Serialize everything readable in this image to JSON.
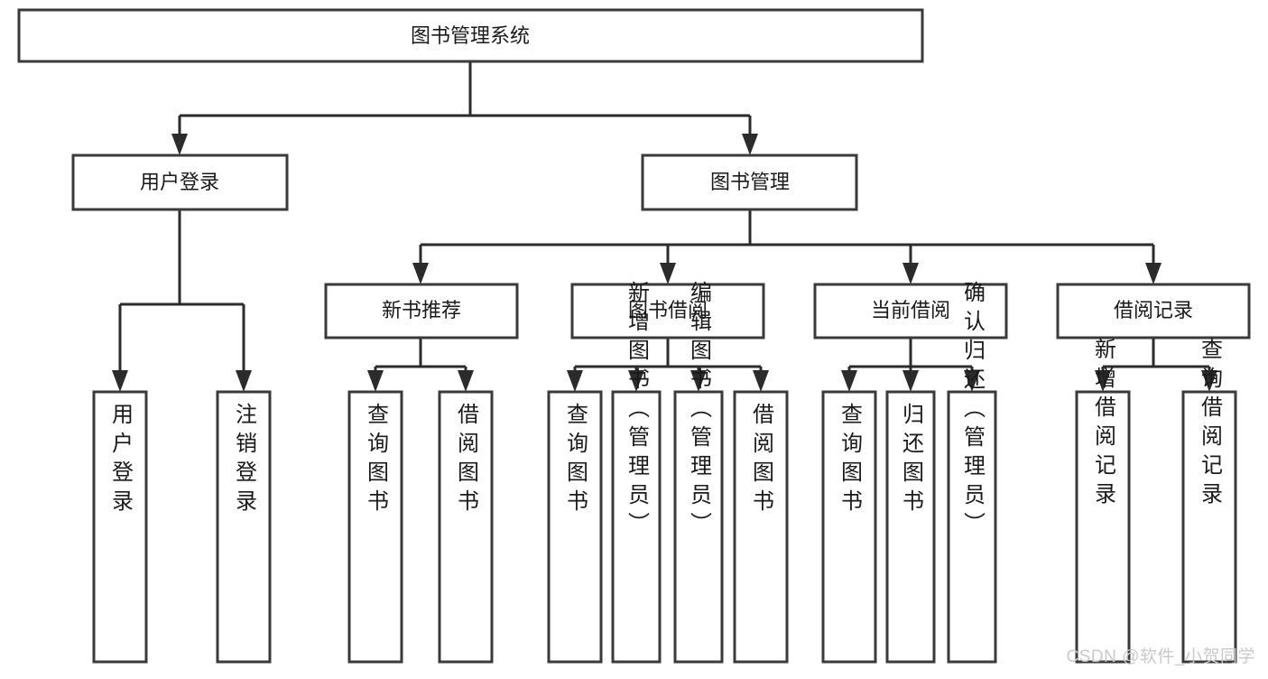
{
  "diagram": {
    "title_node": {
      "label": "图书管理系统"
    },
    "watermark": "CSDN @软件_小贺同学",
    "level2": [
      {
        "id": "user-login",
        "label": "用户登录"
      },
      {
        "id": "book-manage",
        "label": "图书管理"
      }
    ],
    "level3": [
      {
        "id": "new-book-recommend",
        "label": "新书推荐"
      },
      {
        "id": "book-borrow",
        "label": "图书借阅"
      },
      {
        "id": "current-borrow",
        "label": "当前借阅"
      },
      {
        "id": "borrow-record",
        "label": "借阅记录"
      }
    ],
    "leaves": [
      {
        "id": "leaf-user-login",
        "label": "用户登录"
      },
      {
        "id": "leaf-logout-login",
        "label": "注销登录"
      },
      {
        "id": "leaf-query-book-1",
        "label": "查询图书"
      },
      {
        "id": "leaf-borrow-book-1",
        "label": "借阅图书"
      },
      {
        "id": "leaf-query-book-2",
        "label": "查询图书"
      },
      {
        "id": "leaf-add-book-admin",
        "label": "新增图书（管理员）"
      },
      {
        "id": "leaf-edit-book-admin",
        "label": "编辑图书（管理员）"
      },
      {
        "id": "leaf-borrow-book-2",
        "label": "借阅图书"
      },
      {
        "id": "leaf-query-book-3",
        "label": "查询图书"
      },
      {
        "id": "leaf-return-book",
        "label": "归还图书"
      },
      {
        "id": "leaf-confirm-return-admin",
        "label": "确认归还（管理员）"
      },
      {
        "id": "leaf-add-borrow-record",
        "label": "新增借阅记录"
      },
      {
        "id": "leaf-query-borrow-record",
        "label": "查询借阅记录"
      }
    ],
    "colors": {
      "box_stroke": "#3a3a3a",
      "connector": "#2b2b2b",
      "background": "#ffffff",
      "text": "#1a1a1a",
      "watermark": "#c9c9c9"
    }
  },
  "chart_data": {
    "type": "diagram",
    "subtype": "tree-hierarchy-functional-decomposition",
    "title": "图书管理系统",
    "orientation": "top-down",
    "levels": 4,
    "nodes": [
      {
        "id": "root",
        "label": "图书管理系统",
        "level": 0,
        "parent": null
      },
      {
        "id": "user-login",
        "label": "用户登录",
        "level": 1,
        "parent": "root"
      },
      {
        "id": "book-manage",
        "label": "图书管理",
        "level": 1,
        "parent": "root"
      },
      {
        "id": "leaf-user-login",
        "label": "用户登录",
        "level": 2,
        "parent": "user-login"
      },
      {
        "id": "leaf-logout-login",
        "label": "注销登录",
        "level": 2,
        "parent": "user-login"
      },
      {
        "id": "new-book-recommend",
        "label": "新书推荐",
        "level": 2,
        "parent": "book-manage"
      },
      {
        "id": "book-borrow",
        "label": "图书借阅",
        "level": 2,
        "parent": "book-manage"
      },
      {
        "id": "current-borrow",
        "label": "当前借阅",
        "level": 2,
        "parent": "book-manage"
      },
      {
        "id": "borrow-record",
        "label": "借阅记录",
        "level": 2,
        "parent": "book-manage"
      },
      {
        "id": "leaf-query-book-1",
        "label": "查询图书",
        "level": 3,
        "parent": "new-book-recommend"
      },
      {
        "id": "leaf-borrow-book-1",
        "label": "借阅图书",
        "level": 3,
        "parent": "new-book-recommend"
      },
      {
        "id": "leaf-query-book-2",
        "label": "查询图书",
        "level": 3,
        "parent": "book-borrow"
      },
      {
        "id": "leaf-add-book-admin",
        "label": "新增图书（管理员）",
        "level": 3,
        "parent": "book-borrow"
      },
      {
        "id": "leaf-edit-book-admin",
        "label": "编辑图书（管理员）",
        "level": 3,
        "parent": "book-borrow"
      },
      {
        "id": "leaf-borrow-book-2",
        "label": "借阅图书",
        "level": 3,
        "parent": "book-borrow"
      },
      {
        "id": "leaf-query-book-3",
        "label": "查询图书",
        "level": 3,
        "parent": "current-borrow"
      },
      {
        "id": "leaf-return-book",
        "label": "归还图书",
        "level": 3,
        "parent": "current-borrow"
      },
      {
        "id": "leaf-confirm-return-admin",
        "label": "确认归还（管理员）",
        "level": 3,
        "parent": "current-borrow"
      },
      {
        "id": "leaf-add-borrow-record",
        "label": "新增借阅记录",
        "level": 3,
        "parent": "borrow-record"
      },
      {
        "id": "leaf-query-borrow-record",
        "label": "查询借阅记录",
        "level": 3,
        "parent": "borrow-record"
      }
    ],
    "edges": [
      {
        "from": "root",
        "to": "user-login"
      },
      {
        "from": "root",
        "to": "book-manage"
      },
      {
        "from": "user-login",
        "to": "leaf-user-login"
      },
      {
        "from": "user-login",
        "to": "leaf-logout-login"
      },
      {
        "from": "book-manage",
        "to": "new-book-recommend"
      },
      {
        "from": "book-manage",
        "to": "book-borrow"
      },
      {
        "from": "book-manage",
        "to": "current-borrow"
      },
      {
        "from": "book-manage",
        "to": "borrow-record"
      },
      {
        "from": "new-book-recommend",
        "to": "leaf-query-book-1"
      },
      {
        "from": "new-book-recommend",
        "to": "leaf-borrow-book-1"
      },
      {
        "from": "book-borrow",
        "to": "leaf-query-book-2"
      },
      {
        "from": "book-borrow",
        "to": "leaf-add-book-admin"
      },
      {
        "from": "book-borrow",
        "to": "leaf-edit-book-admin"
      },
      {
        "from": "book-borrow",
        "to": "leaf-borrow-book-2"
      },
      {
        "from": "current-borrow",
        "to": "leaf-query-book-3"
      },
      {
        "from": "current-borrow",
        "to": "leaf-return-book"
      },
      {
        "from": "current-borrow",
        "to": "leaf-confirm-return-admin"
      },
      {
        "from": "borrow-record",
        "to": "leaf-add-borrow-record"
      },
      {
        "from": "borrow-record",
        "to": "leaf-query-borrow-record"
      }
    ]
  }
}
